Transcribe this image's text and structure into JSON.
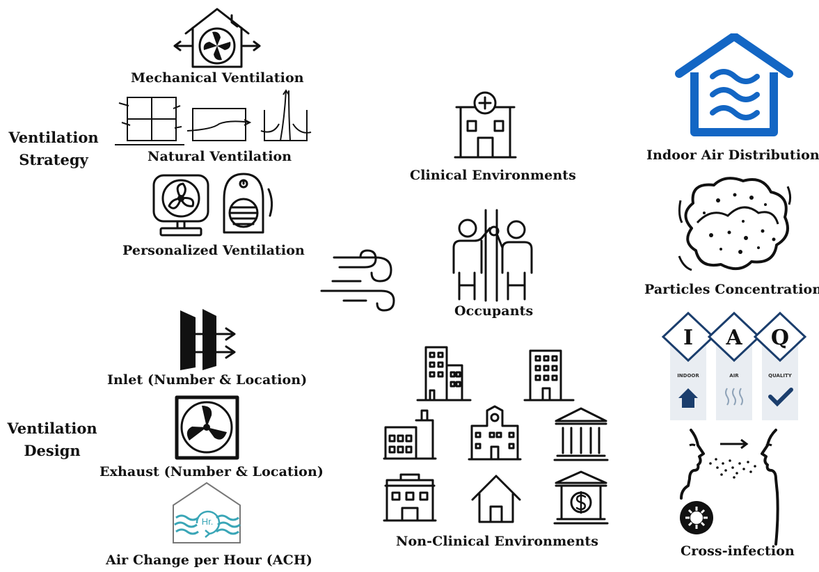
{
  "groups": {
    "strategy": {
      "line1": "Ventilation",
      "line2": "Strategy"
    },
    "design": {
      "line1": "Ventilation",
      "line2": "Design"
    }
  },
  "labels": {
    "mechanical": "Mechanical Ventilation",
    "natural": "Natural Ventilation",
    "personalized": "Personalized Ventilation",
    "inlet": "Inlet (Number & Location)",
    "exhaust": "Exhaust (Number & Location)",
    "ach": "Air Change per Hour (ACH)",
    "clinical": "Clinical Environments",
    "occupants": "Occupants",
    "nonclinical": "Non-Clinical Environments",
    "indoor_air": "Indoor Air Distribution",
    "particles": "Particles Concentration",
    "cross_infection": "Cross-infection"
  },
  "iaq": {
    "letters": [
      "I",
      "A",
      "Q"
    ],
    "captions": [
      "INDOOR",
      "AIR",
      "QUALITY"
    ]
  },
  "ach_icon_text": "Hr.",
  "colors": {
    "indoor_air_blue": "#1366c4",
    "iaq_navy": "#1b3e6d",
    "ach_teal": "#3aa6b7",
    "text": "#111111"
  }
}
